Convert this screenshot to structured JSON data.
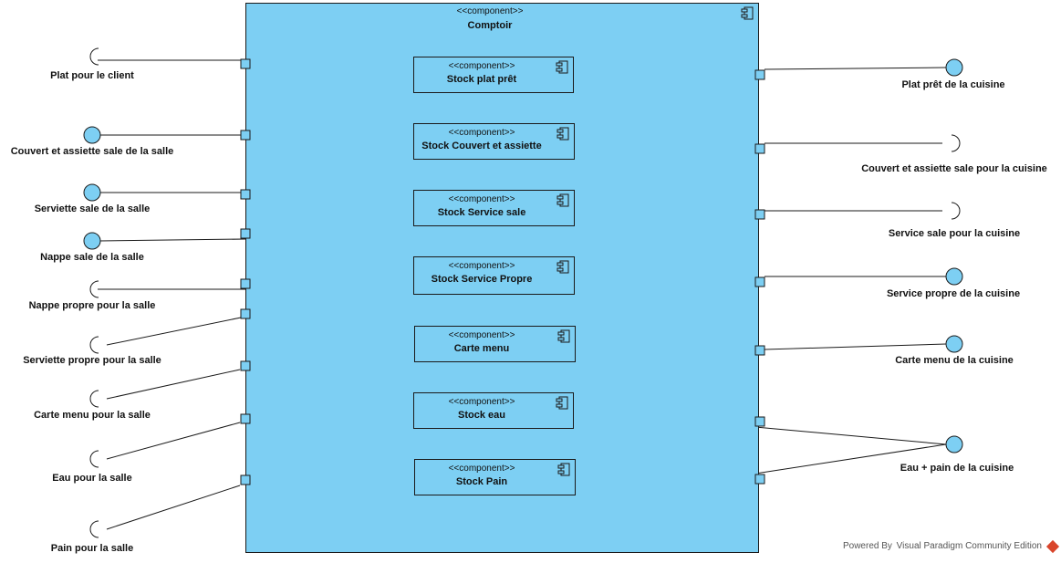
{
  "diagram": {
    "stereotype": "<<component>>",
    "container": {
      "name": "Comptoir"
    },
    "components": [
      {
        "id": "c1",
        "name": "Stock plat prêt"
      },
      {
        "id": "c2",
        "name": "Stock Couvert et assiette"
      },
      {
        "id": "c3",
        "name": "Stock Service sale"
      },
      {
        "id": "c4",
        "name": "Stock Service Propre"
      },
      {
        "id": "c5",
        "name": "Carte menu"
      },
      {
        "id": "c6",
        "name": "Stock eau"
      },
      {
        "id": "c7",
        "name": "Stock Pain"
      }
    ],
    "left_interfaces": [
      {
        "label": "Plat pour le client",
        "kind": "required"
      },
      {
        "label": "Couvert et assiette sale de la salle",
        "kind": "provided"
      },
      {
        "label": "Serviette sale de la salle",
        "kind": "provided"
      },
      {
        "label": "Nappe sale de la salle",
        "kind": "provided"
      },
      {
        "label": "Nappe propre pour la salle",
        "kind": "required"
      },
      {
        "label": "Serviette propre pour la salle",
        "kind": "required"
      },
      {
        "label": "Carte menu pour la salle",
        "kind": "required"
      },
      {
        "label": "Eau pour la salle",
        "kind": "required"
      },
      {
        "label": "Pain pour la salle",
        "kind": "required"
      }
    ],
    "right_interfaces": [
      {
        "label": "Plat prêt  de la cuisine",
        "kind": "provided"
      },
      {
        "label": "Couvert et assiette sale pour la cuisine",
        "kind": "required"
      },
      {
        "label": "Service sale pour la cuisine",
        "kind": "required"
      },
      {
        "label": "Service propre de la cuisine",
        "kind": "provided"
      },
      {
        "label": "Carte menu de la cuisine",
        "kind": "provided"
      },
      {
        "label": "Eau + pain de la cuisine",
        "kind": "provided"
      }
    ],
    "colors": {
      "fill": "#7dcff3",
      "stroke": "#1a1a1a"
    }
  },
  "footer": {
    "text": "Powered By  Visual Paradigm Community Edition"
  }
}
